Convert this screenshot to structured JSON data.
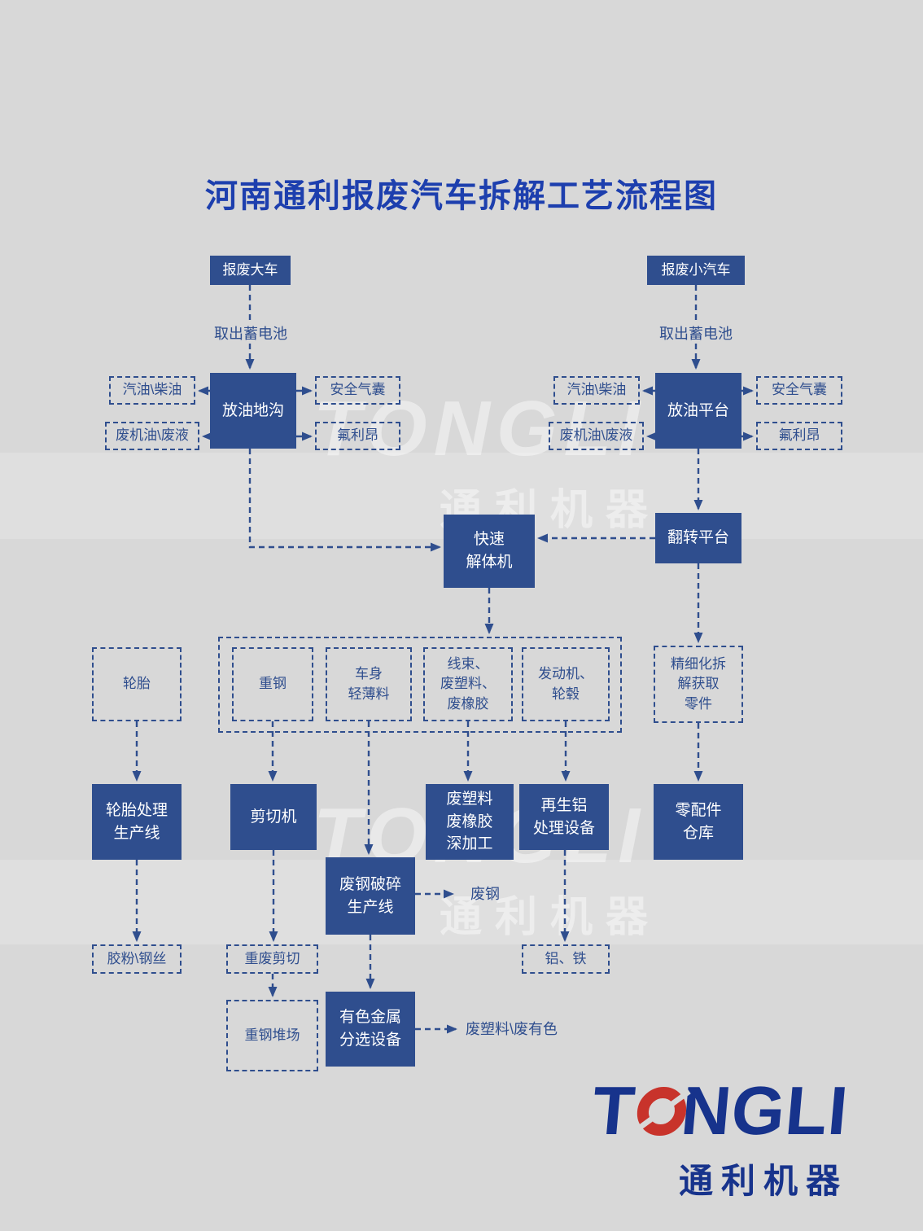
{
  "title": "河南通利报废汽车拆解工艺流程图",
  "colors": {
    "background": "#d8d8d8",
    "primary_blue": "#2f4e8e",
    "title_blue": "#1d3fae",
    "logo_blue": "#17338c",
    "logo_red": "#c8332b"
  },
  "watermark": {
    "brand": "TONGLI",
    "cn": "通利机器"
  },
  "logo": {
    "brand_t": "T",
    "brand_rest": "NGLI",
    "cn": "通利机器"
  },
  "nodes": {
    "scrap_truck": "报废大车",
    "scrap_car": "报废小汽车",
    "remove_battery_left": "取出蓄电池",
    "remove_battery_right": "取出蓄电池",
    "fuel_left": "汽油\\柴油",
    "waste_oil_left": "废机油\\废液",
    "drain_pit": "放油地沟",
    "airbag_left": "安全气囊",
    "freon_left": "氟利昂",
    "fuel_right": "汽油\\柴油",
    "waste_oil_right": "废机油\\废液",
    "drain_platform": "放油平台",
    "airbag_right": "安全气囊",
    "freon_right": "氟利昂",
    "quick_dismantler": "快速\n解体机",
    "flip_platform": "翻转平台",
    "tires": "轮胎",
    "heavy_steel": "重钢",
    "body_light_material": "车身\n轻薄料",
    "wires_plastic_rubber": "线束、\n废塑料、\n废橡胶",
    "engine_wheel_hub": "发动机、\n轮毂",
    "fine_dismantling": "精细化拆\n解获取\n零件",
    "tire_processing_line": "轮胎处理\n生产线",
    "shearing_machine": "剪切机",
    "plastic_rubber_processing": "废塑料\n废橡胶\n深加工",
    "recycled_aluminum_equipment": "再生铝\n处理设备",
    "parts_warehouse": "零配件\n仓库",
    "scrap_steel_crushing_line": "废钢破碎\n生产线",
    "scrap_steel": "废钢",
    "rubber_powder_steel_wire": "胶粉\\钢丝",
    "heavy_scrap_shearing": "重废剪切",
    "aluminum_iron": "铝、铁",
    "heavy_steel_yard": "重钢堆场",
    "nonferrous_sorting_equipment": "有色金属\n分选设备",
    "waste_plastic_nonferrous": "废塑料\\废有色"
  }
}
